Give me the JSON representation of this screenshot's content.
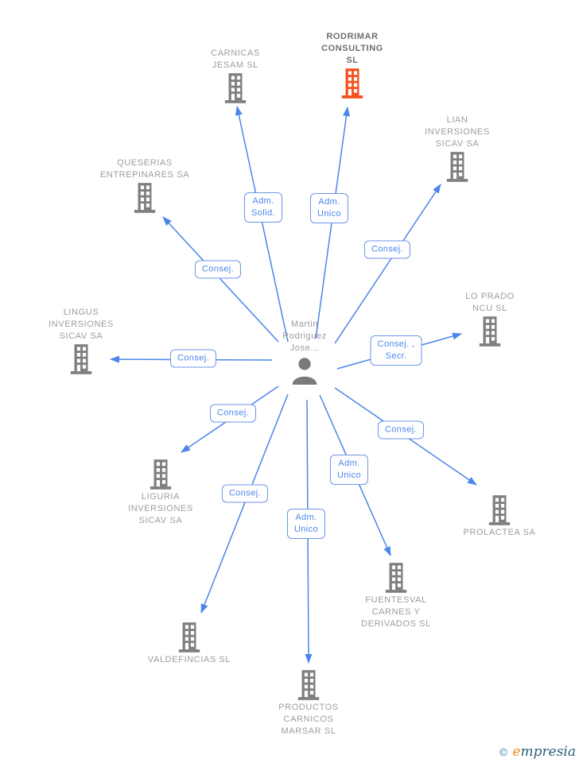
{
  "person": {
    "name": "Martin\nRodriguez\nJose..."
  },
  "companies": [
    {
      "name": "CARNICAS\nJESAM SL"
    },
    {
      "name": "RODRIMAR\nCONSULTING\nSL",
      "highlighted": true
    },
    {
      "name": "LIAN\nINVERSIONES\nSICAV SA"
    },
    {
      "name": "QUESERIAS\nENTREPINARES SA"
    },
    {
      "name": "LO PRADO\nNCU SL"
    },
    {
      "name": "LINGUS\nINVERSIONES\nSICAV SA"
    },
    {
      "name": "LIGURIA\nINVERSIONES\nSICAV SA"
    },
    {
      "name": "PROLACTEA SA"
    },
    {
      "name": "FUENTESVAL\nCARNES Y\nDERIVADOS SL"
    },
    {
      "name": "VALDEFINCIAS SL"
    },
    {
      "name": "PRODUCTOS\nCARNICOS\nMARSAR SL"
    }
  ],
  "relations": [
    {
      "role": "Adm.\nSolid.",
      "target": "CARNICAS JESAM SL"
    },
    {
      "role": "Adm.\nUnico",
      "target": "RODRIMAR CONSULTING SL"
    },
    {
      "role": "Consej.",
      "target": "LIAN INVERSIONES SICAV SA"
    },
    {
      "role": "Consej.",
      "target": "QUESERIAS ENTREPINARES SA"
    },
    {
      "role": "Consej. ,\nSecr.",
      "target": "LO PRADO NCU SL"
    },
    {
      "role": "Consej.",
      "target": "LINGUS INVERSIONES SICAV SA"
    },
    {
      "role": "Consej.",
      "target": "LIGURIA INVERSIONES SICAV SA"
    },
    {
      "role": "Consej.",
      "target": "PROLACTEA SA"
    },
    {
      "role": "Adm.\nUnico",
      "target": "FUENTESVAL CARNES Y DERIVADOS SL"
    },
    {
      "role": "Consej.",
      "target": "VALDEFINCIAS SL"
    },
    {
      "role": "Adm.\nUnico",
      "target": "PRODUCTOS CARNICOS MARSAR SL"
    }
  ],
  "colors": {
    "edge_blue": "#4a86e8",
    "node_gray": "#7f7f7f",
    "highlight_orange": "#f4511e",
    "label_text_gray": "#9d9d9d"
  },
  "footer": {
    "copyright_symbol": "©",
    "brand_initial": "e",
    "brand_rest": "mpresia"
  }
}
